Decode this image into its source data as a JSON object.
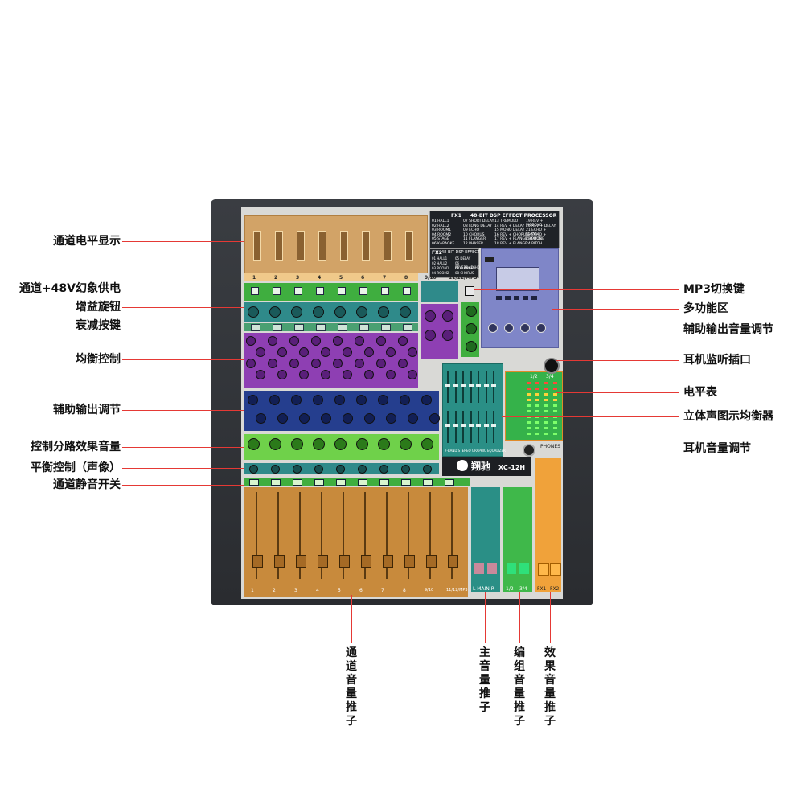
{
  "labels_left": [
    {
      "key": "meter",
      "text": "通道电平显示"
    },
    {
      "key": "phantom",
      "text": "通道+48V幻象供电"
    },
    {
      "key": "gain",
      "text": "增益旋钮"
    },
    {
      "key": "pad",
      "text": "衰减按键"
    },
    {
      "key": "eq",
      "text": "均衡控制"
    },
    {
      "key": "aux",
      "text": "辅助输出调节"
    },
    {
      "key": "fx_send",
      "text": "控制分路效果音量"
    },
    {
      "key": "pan",
      "text": "平衡控制（声像）"
    },
    {
      "key": "mute",
      "text": "通道静音开关"
    }
  ],
  "labels_right": [
    {
      "key": "mp3",
      "text": "MP3切换键"
    },
    {
      "key": "multi",
      "text": "多功能区"
    },
    {
      "key": "aux_out",
      "text": "辅助输出音量调节"
    },
    {
      "key": "phones_jack",
      "text": "耳机监听插口"
    },
    {
      "key": "level_meter",
      "text": "电平表"
    },
    {
      "key": "graphic_eq",
      "text": "立体声图示均衡器"
    },
    {
      "key": "phones_vol",
      "text": "耳机音量调节"
    }
  ],
  "labels_bottom": [
    {
      "key": "ch_fader",
      "text": "通道音量推子"
    },
    {
      "key": "main_fader",
      "text": "主音量推子"
    },
    {
      "key": "group_fader",
      "text": "编组音量推子"
    },
    {
      "key": "fx_fader",
      "text": "效果音量推子"
    }
  ],
  "device": {
    "brand": "翔驰",
    "model": "XC-12H",
    "fx1_title": "48-BIT DSP EFFECT PROCESSOR",
    "fx1_tag": "FX1",
    "fx2_title": "48-BIT DSP EFFECT",
    "fx2_tag": "FX2",
    "fx1_presets": [
      "01 HALL1",
      "02 HALL2",
      "03 ROOM1",
      "04 ROOM2",
      "05 STAGE",
      "06 KARAOKE",
      "07 SHORT DELAY",
      "08 LONG DELAY",
      "09 ECHO",
      "10 CHORUS",
      "11 FLANGER",
      "12 PHASER",
      "13 TREMOLO",
      "14 REV + DELAY",
      "15 MONO DELAY",
      "16 REV + CHORUS",
      "17 REV + FLANGE",
      "18 REV + FLANGE",
      "19 REV + MOECHO",
      "20 REV + DELAY",
      "21 ECHO + FLANGE",
      "22 ECHO + CHORUS",
      "23 PHONE",
      "24 PITCH"
    ],
    "fx2_presets": [
      "01 HALL1",
      "02 HALL2",
      "03 ROOM1",
      "04 ROOM2",
      "05 DELAY",
      "06 REVERB+ECHO",
      "07 FLANGER",
      "08 CHORUS"
    ],
    "channel_numbers": [
      "1",
      "2",
      "3",
      "4",
      "5",
      "6",
      "7",
      "8"
    ],
    "stereo_channels": [
      "9/10",
      "11/12/MP3"
    ],
    "fader_labels": [
      "1",
      "2",
      "3",
      "4",
      "5",
      "6",
      "7",
      "8",
      "9/10",
      "11/12/MP3"
    ],
    "main_label": "L MAIN R",
    "group_label": "1/2",
    "group_label2": "3/4",
    "fx_labels": [
      "FX1",
      "FX2"
    ],
    "meter_labels": [
      "1/2",
      "3/4"
    ],
    "geq_label": "7-BAND STEREO GRAPHIC EQUALIZER",
    "phones_label": "PHONES"
  },
  "colors": {
    "callout_line": "#e53935",
    "meter_gold": "#d2a367",
    "phantom_green": "#3fae3f",
    "gain_teal": "#2f8a8a",
    "eq_purple": "#8e3fb3",
    "aux_blue": "#253e8e",
    "fx_green": "#6fd14a",
    "fader_orange": "#c88a3c",
    "main_teal": "#2a8f86",
    "group_green": "#3fb84a",
    "fx_fader_orange": "#f0a23a",
    "multi_panel": "#7f86c8",
    "meter_panel_green": "#35b24a"
  }
}
